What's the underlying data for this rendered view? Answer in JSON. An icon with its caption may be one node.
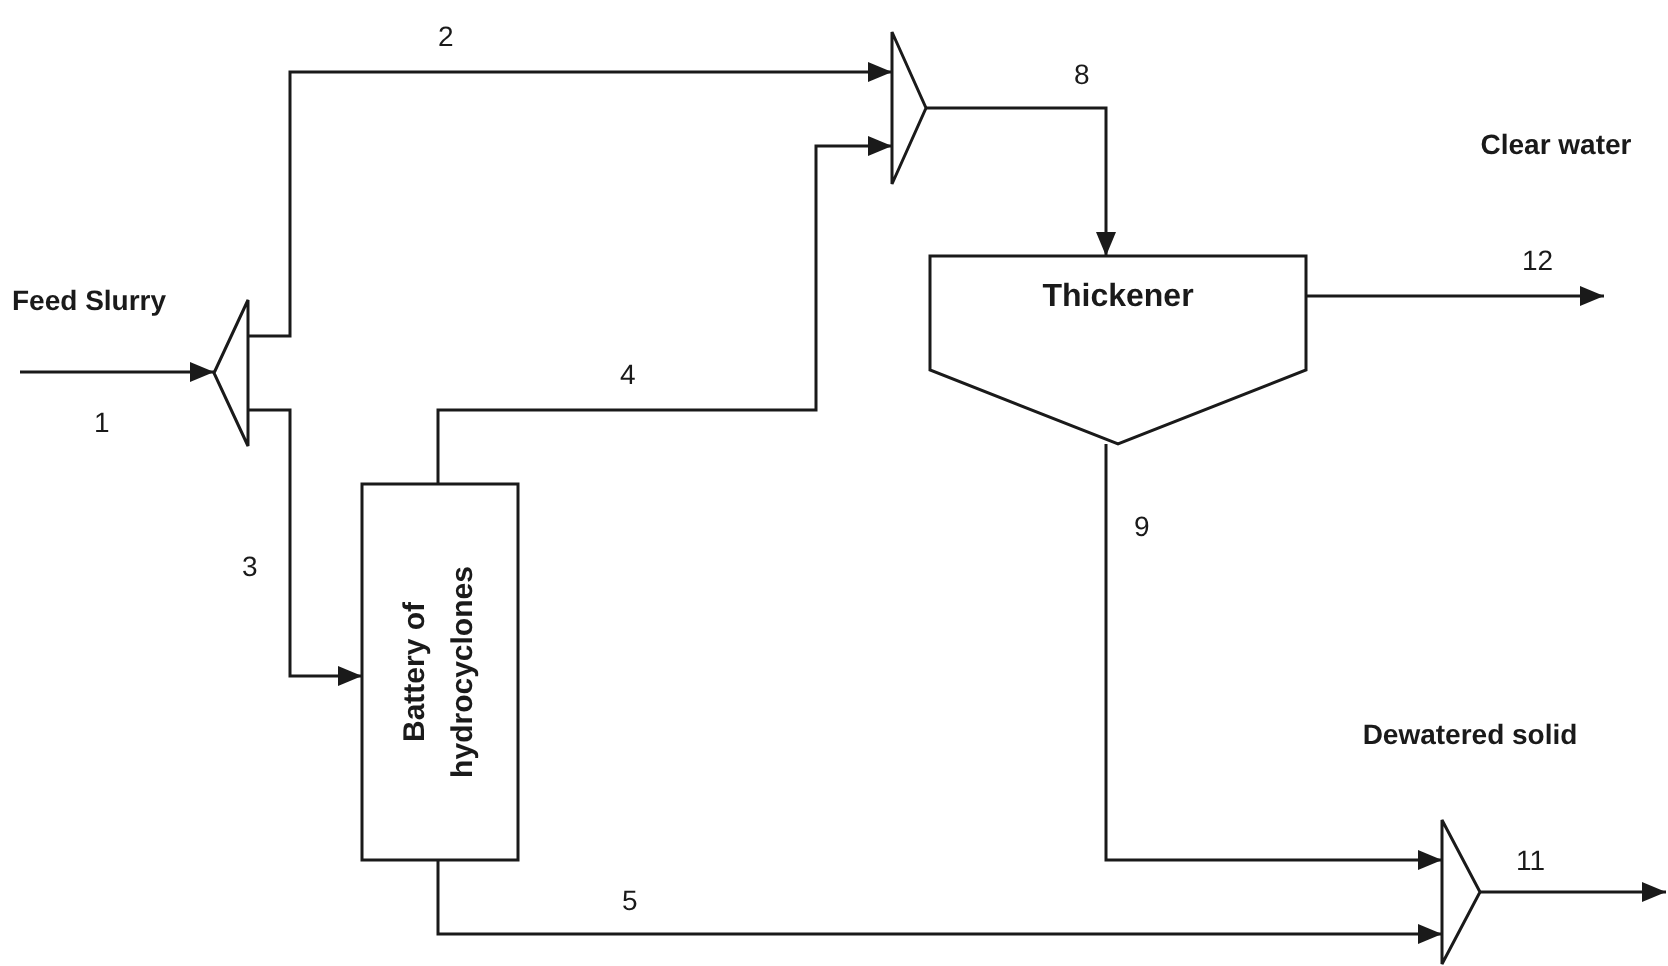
{
  "diagram": {
    "nodes": [
      {
        "text": [],
        "shape": "triangle"
      },
      {
        "text": [
          "Battery of hydrocyclones"
        ]
      },
      {
        "text": [],
        "shape": "triangle"
      },
      {
        "text": [
          "Thickener"
        ]
      },
      {
        "text": [],
        "shape": "triangle"
      }
    ],
    "edges": [
      {
        "from": null,
        "to": 0,
        "arrow": "to",
        "label": "1"
      },
      {
        "from": 0,
        "to": 2,
        "arrow": "to",
        "label": "2"
      },
      {
        "from": 0,
        "to": 1,
        "arrow": "to",
        "label": "3"
      },
      {
        "from": 1,
        "to": 2,
        "arrow": "to",
        "label": "4"
      },
      {
        "from": 1,
        "to": 4,
        "arrow": "to",
        "label": "5"
      },
      {
        "from": 2,
        "to": 3,
        "arrow": "to",
        "label": "8"
      },
      {
        "from": 3,
        "to": 4,
        "arrow": "to",
        "label": "9"
      },
      {
        "from": 3,
        "to": null,
        "arrow": "to",
        "label": "12"
      },
      {
        "from": 4,
        "to": null,
        "arrow": "to",
        "label": "11"
      }
    ],
    "labels": [
      "Feed Slurry",
      "Clear water",
      "Dewatered solid"
    ]
  }
}
